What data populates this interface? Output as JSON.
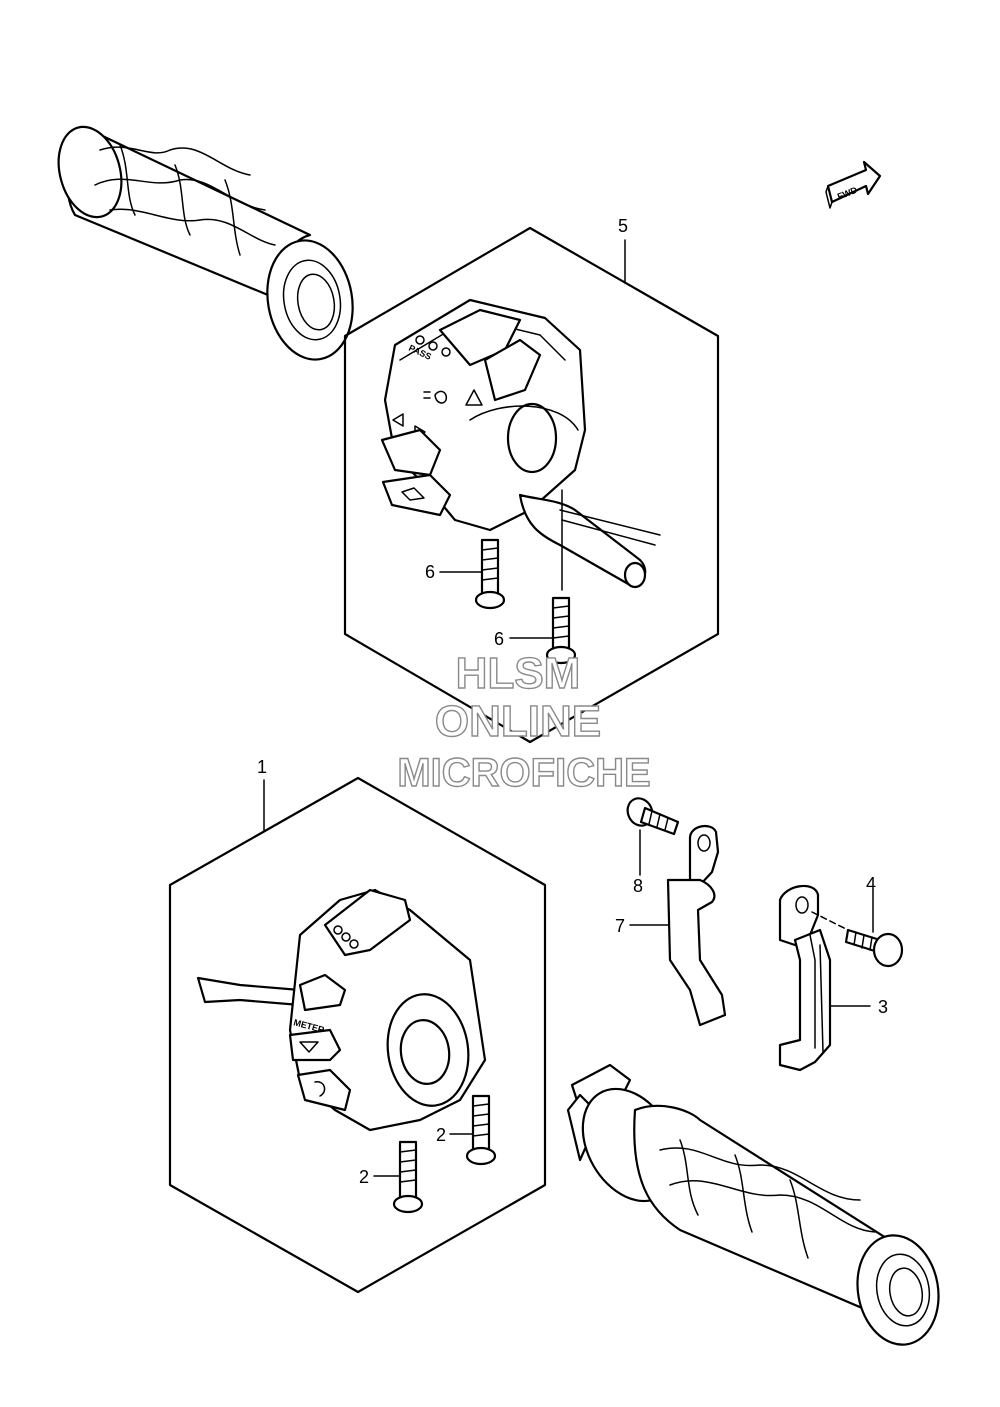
{
  "orientation_badge": {
    "label": "FWD"
  },
  "watermark": {
    "line1": "HLSM",
    "line2": "ONLINE",
    "line3": "MICROFICHE"
  },
  "callouts": [
    {
      "id": "c5",
      "label": "5"
    },
    {
      "id": "c6a",
      "label": "6"
    },
    {
      "id": "c6b",
      "label": "6"
    },
    {
      "id": "c1",
      "label": "1"
    },
    {
      "id": "c8",
      "label": "8"
    },
    {
      "id": "c7",
      "label": "7"
    },
    {
      "id": "c4",
      "label": "4"
    },
    {
      "id": "c3",
      "label": "3"
    },
    {
      "id": "c2a",
      "label": "2"
    },
    {
      "id": "c2b",
      "label": "2"
    }
  ],
  "switch_markings": {
    "pass": "PASS",
    "meter": "METER"
  },
  "icons": [
    "fwd-arrow-icon",
    "turn-signal-icon",
    "horn-icon",
    "headlight-icon",
    "hazard-icon"
  ]
}
